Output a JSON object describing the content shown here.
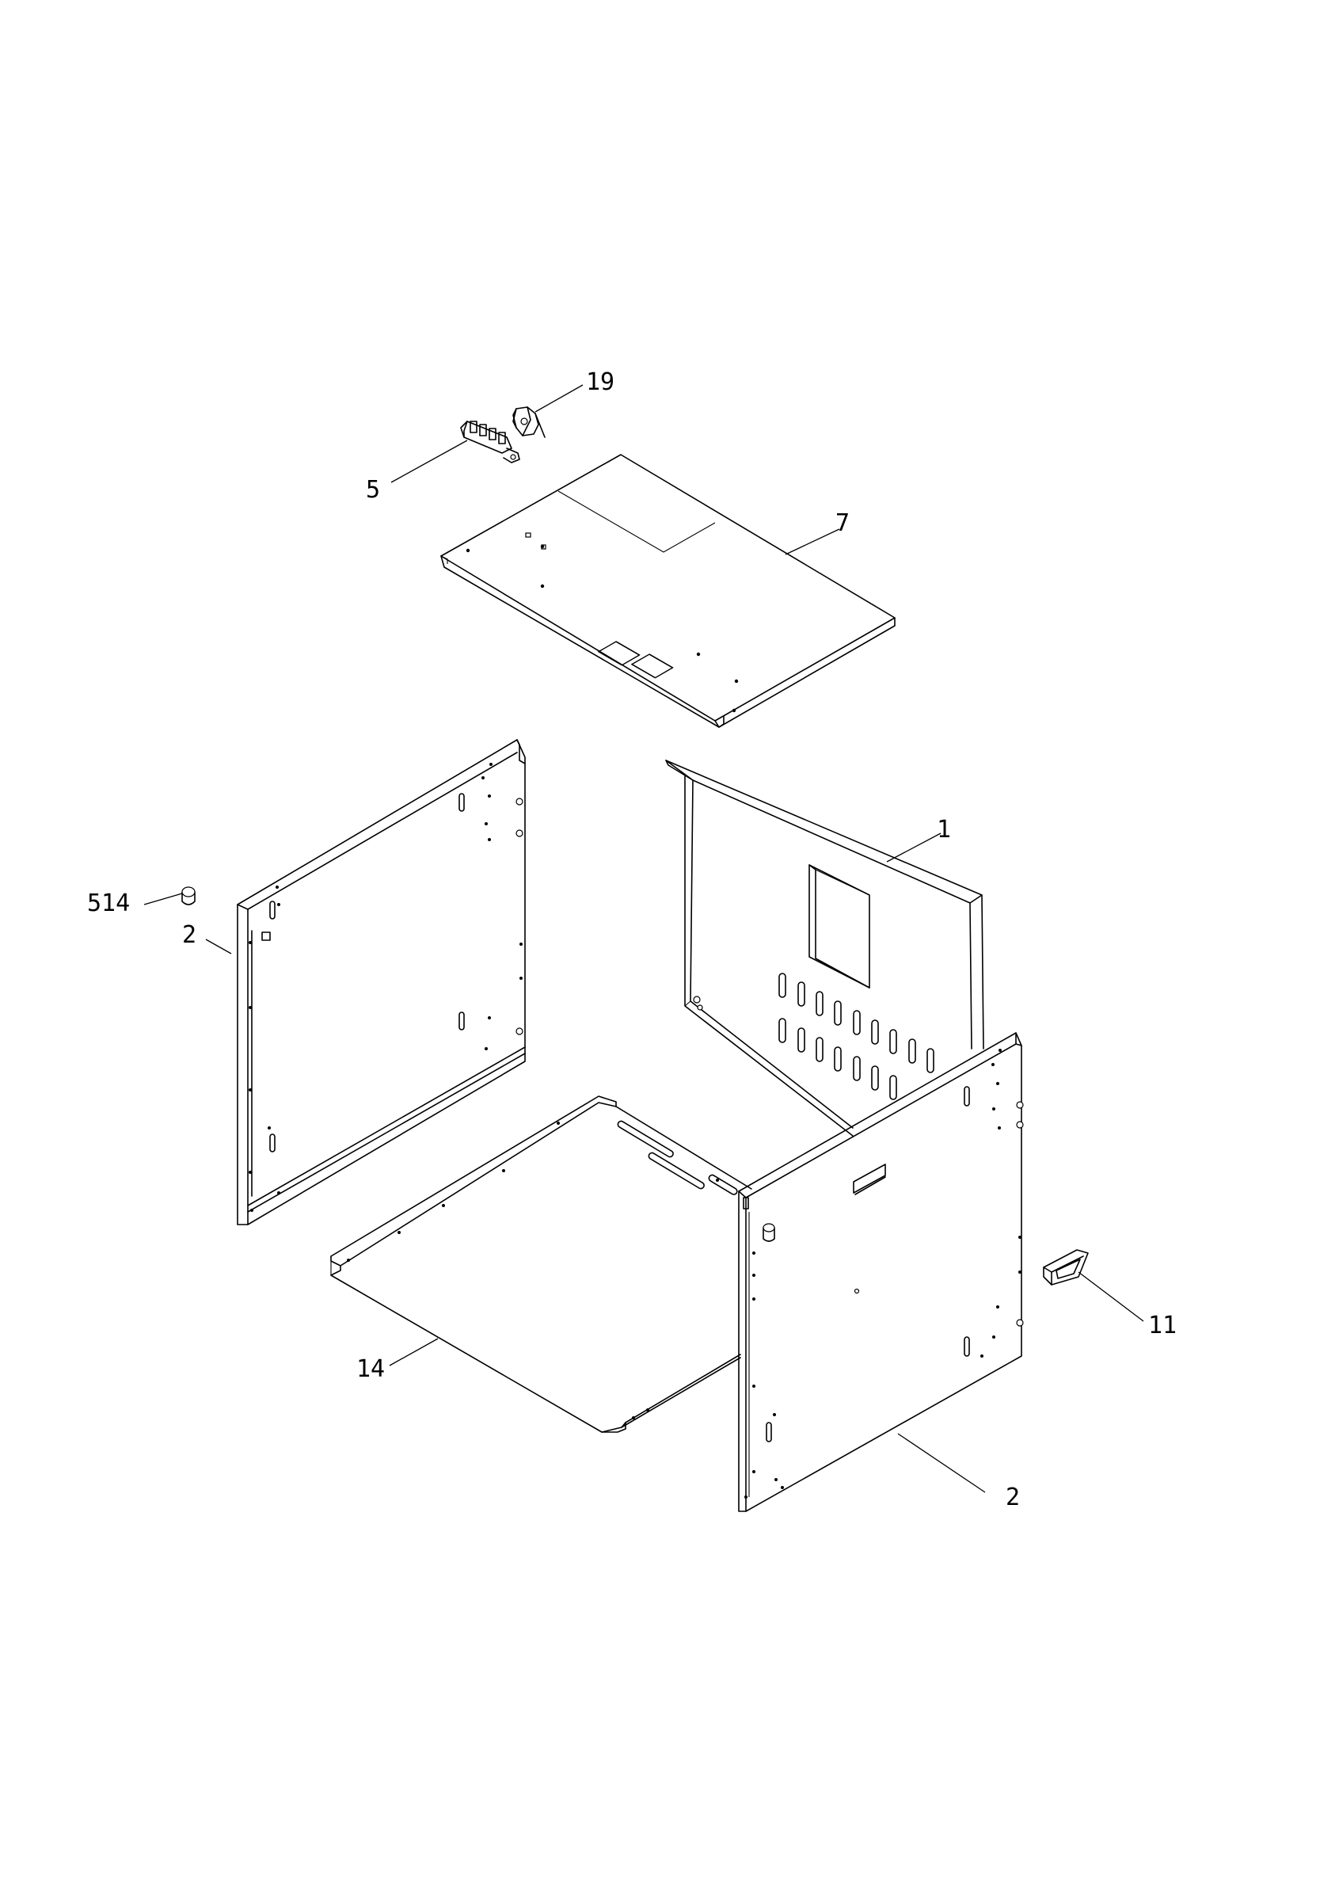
{
  "labels": {
    "part_19": "19",
    "part_5": "5",
    "part_7": "7",
    "part_1": "1",
    "part_514": "514",
    "part_2_left": "2",
    "part_2_right": "2",
    "part_14": "14",
    "part_11": "11"
  }
}
